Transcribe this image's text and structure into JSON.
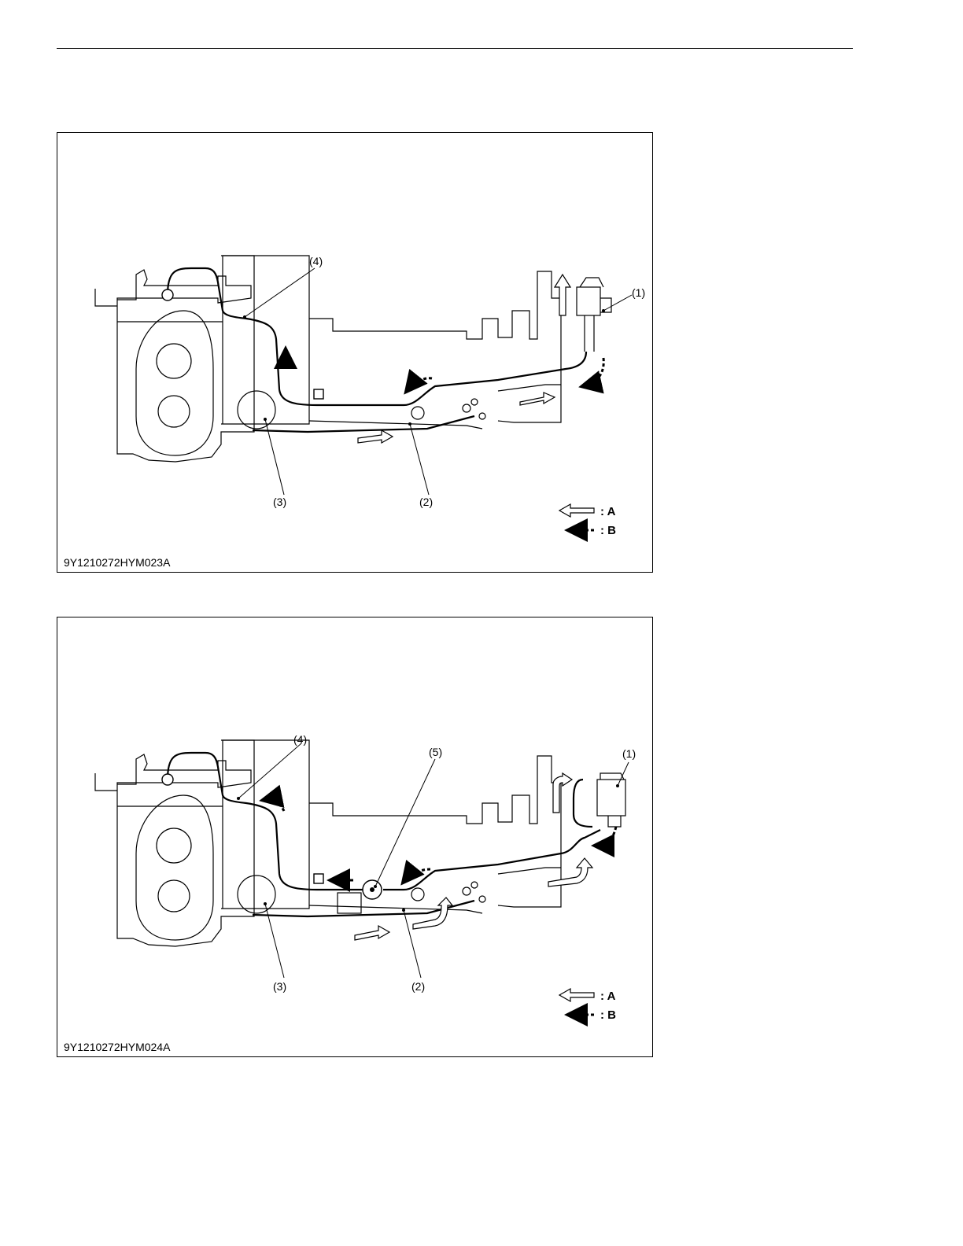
{
  "figures": [
    {
      "id": "fig1",
      "code": "9Y1210272HYM023A",
      "callouts": [
        "(1)",
        "(2)",
        "(3)",
        "(4)"
      ],
      "legend": [
        {
          "key": ": A",
          "style": "hollow-arrow"
        },
        {
          "key": ": B",
          "style": "dashed-arrow"
        }
      ]
    },
    {
      "id": "fig2",
      "code": "9Y1210272HYM024A",
      "callouts": [
        "(1)",
        "(2)",
        "(3)",
        "(4)",
        "(5)"
      ],
      "legend": [
        {
          "key": ": A",
          "style": "hollow-arrow"
        },
        {
          "key": ": B",
          "style": "dashed-arrow"
        }
      ]
    }
  ]
}
